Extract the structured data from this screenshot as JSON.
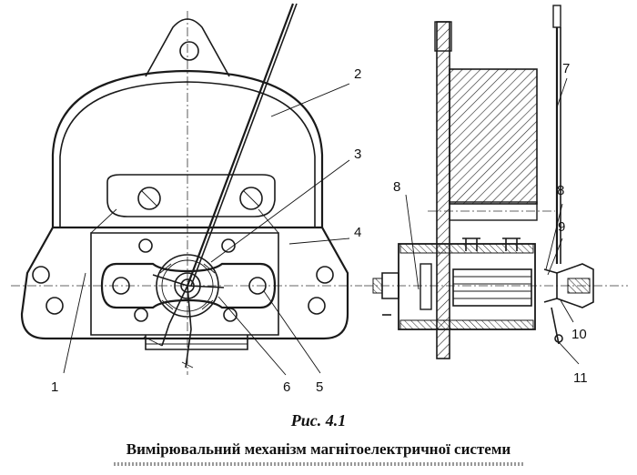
{
  "figure": {
    "labels": [
      "1",
      "2",
      "3",
      "4",
      "5",
      "6",
      "7",
      "8",
      "8",
      "9",
      "10",
      "11"
    ],
    "caption_number": "Рис. 4.1",
    "caption_title": "Вимірювальний механізм магнітоелектричної системи"
  }
}
